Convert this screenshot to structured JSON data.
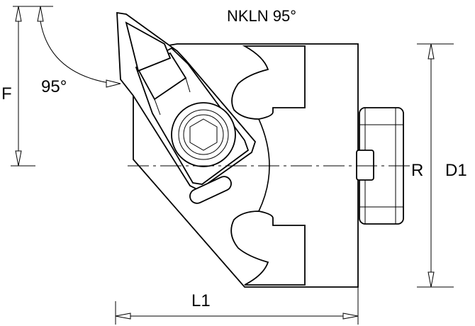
{
  "title": "NKLN 95°",
  "dimensions": {
    "angle": "95°",
    "f": "F",
    "l1": "L1",
    "r": "R",
    "d1": "D1"
  }
}
